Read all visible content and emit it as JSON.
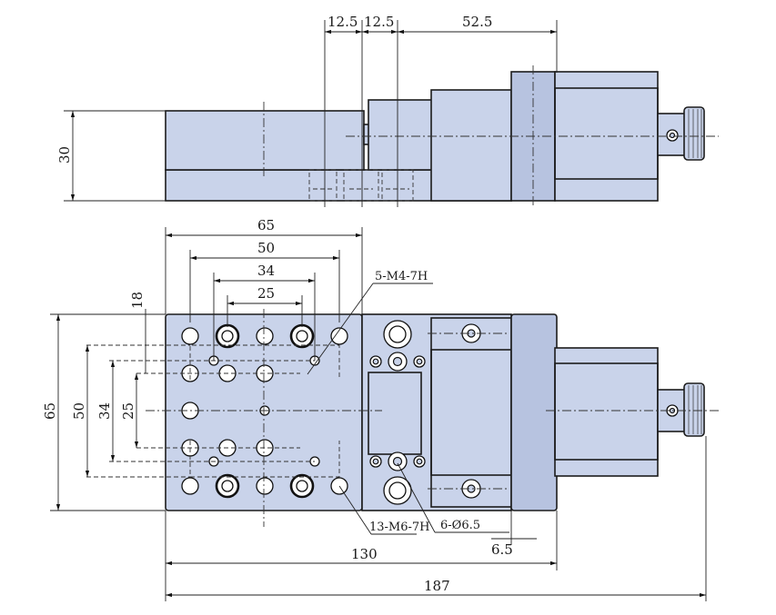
{
  "side_view": {
    "height_label": "30",
    "top_dims": [
      "12.5",
      "12.5",
      "52.5"
    ]
  },
  "top_view": {
    "width_dims": [
      "65",
      "50",
      "34",
      "25"
    ],
    "height_dims": [
      "65",
      "50",
      "34",
      "25"
    ],
    "small_dim": "18",
    "callouts": {
      "m4_holes": "5-M4-7H",
      "m6_holes": "13-M6-7H",
      "pin_holes": "6-Ø6.5"
    },
    "offset_dim": "6.5",
    "base_length": "130",
    "overall_length": "187"
  },
  "colors": {
    "part_fill": "#c9d3ea",
    "line": "#1c1c1c"
  }
}
